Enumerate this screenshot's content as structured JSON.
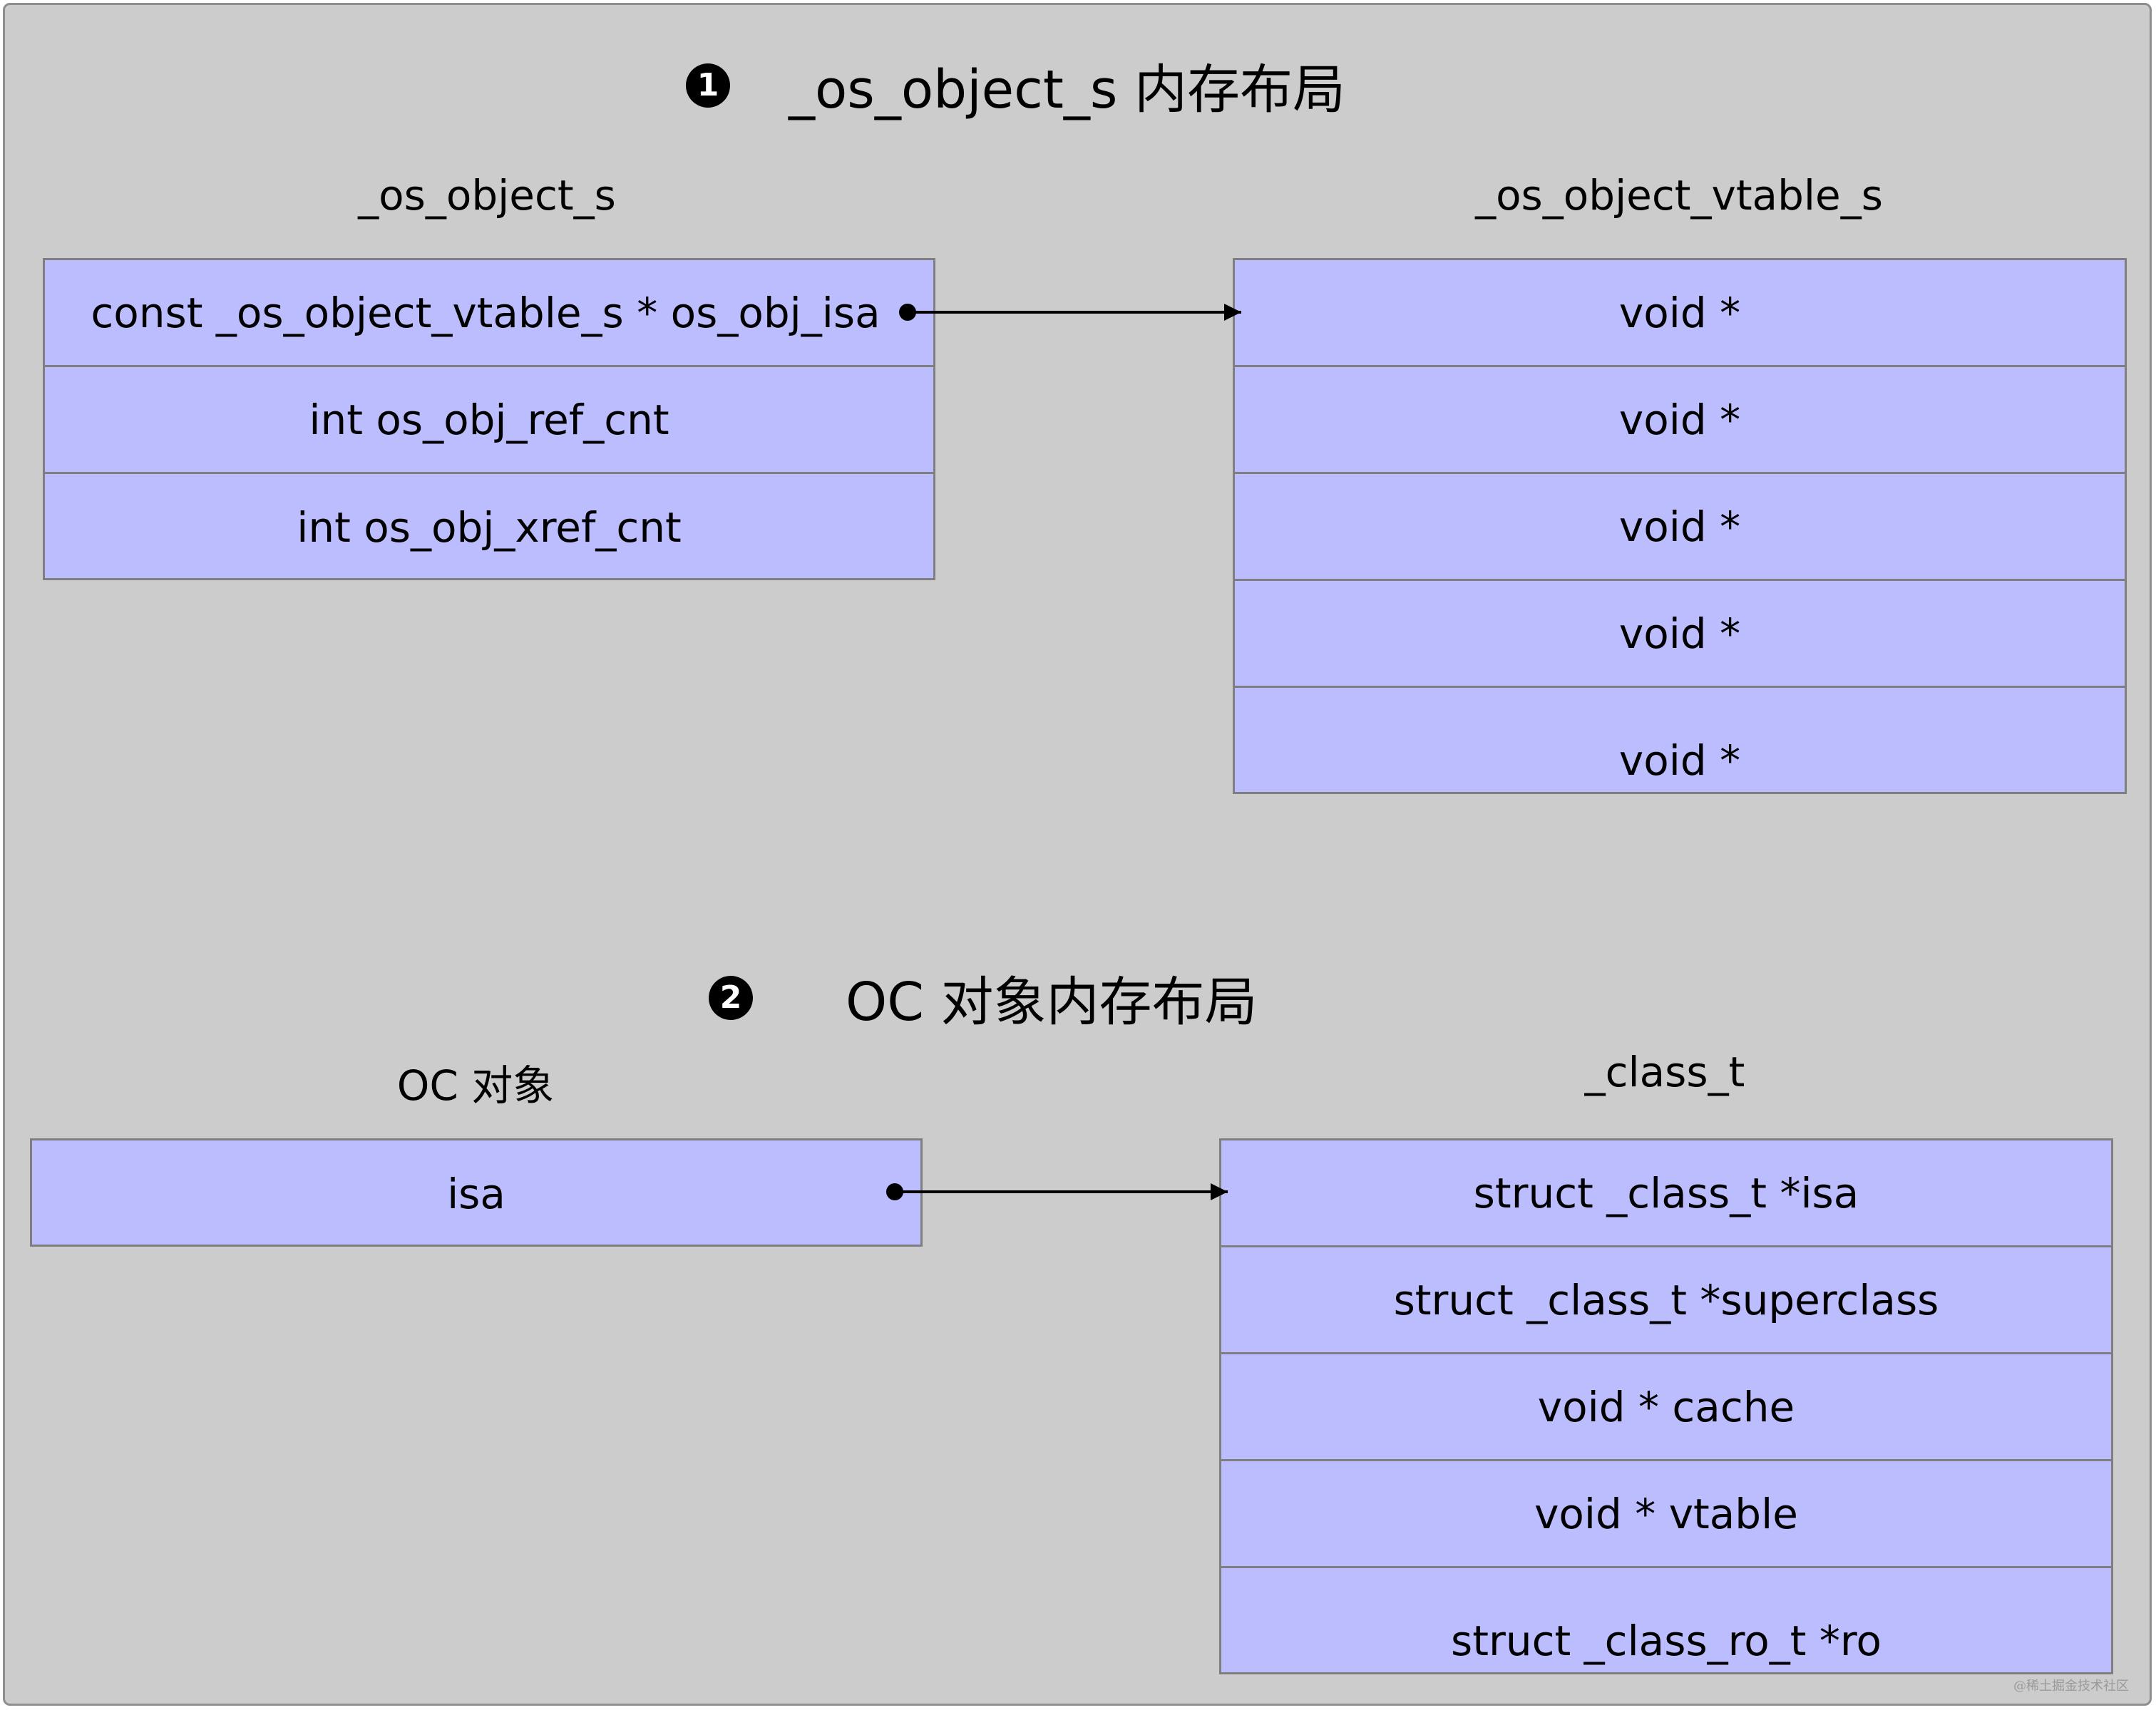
{
  "section1": {
    "badge": "1",
    "title": "_os_object_s 内存布局",
    "left_struct": {
      "name": "_os_object_s",
      "fields": [
        "const _os_object_vtable_s * os_obj_isa",
        "int os_obj_ref_cnt",
        "int os_obj_xref_cnt"
      ]
    },
    "right_struct": {
      "name": "_os_object_vtable_s",
      "fields": [
        "void *",
        "void *",
        "void *",
        "void *",
        "void *"
      ]
    }
  },
  "section2": {
    "badge": "2",
    "title": "OC 对象内存布局",
    "left_struct": {
      "name": "OC 对象",
      "fields": [
        "isa"
      ]
    },
    "right_struct": {
      "name": "_class_t",
      "fields": [
        "struct _class_t *isa",
        "struct _class_t *superclass",
        "void * cache",
        "void * vtable",
        "struct _class_ro_t *ro"
      ]
    }
  },
  "watermark": "@稀土掘金技术社区"
}
